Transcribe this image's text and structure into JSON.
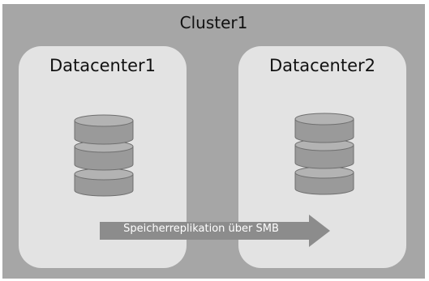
{
  "cluster": {
    "title": "Cluster1"
  },
  "datacenters": [
    {
      "title": "Datacenter1",
      "icon": "database-icon"
    },
    {
      "title": "Datacenter2",
      "icon": "database-icon"
    }
  ],
  "replication": {
    "label": "Speicherreplikation über SMB",
    "icon": "arrow-right-icon"
  },
  "colors": {
    "cluster_bg": "#a6a6a6",
    "datacenter_bg": "#e3e3e3",
    "disk_fill": "#9a9a9a",
    "disk_top": "#b3b3b3",
    "arrow_fill": "#8c8c8c"
  }
}
